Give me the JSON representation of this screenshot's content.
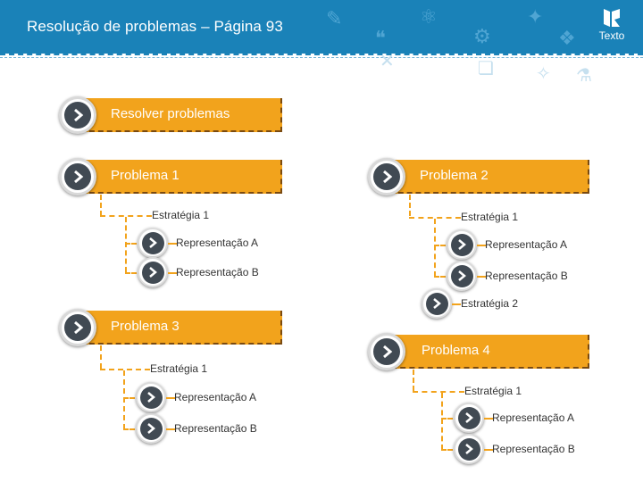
{
  "header": {
    "title": "Resolução de problemas – Página 93",
    "logo_text": "Texto"
  },
  "colors": {
    "header_blue": "#1a82b8",
    "accent_orange": "#f2a31c",
    "chevron_dark": "#414a53"
  },
  "sections": {
    "resolver": {
      "label": "Resolver problemas"
    },
    "p1": {
      "label": "Problema 1",
      "estrategia": "Estratégia 1",
      "rep_a": "Representação A",
      "rep_b": "Representação B"
    },
    "p2": {
      "label": "Problema 2",
      "estrategia1": "Estratégia 1",
      "rep_a": "Representação A",
      "rep_b": "Representação B",
      "estrategia2": "Estratégia 2"
    },
    "p3": {
      "label": "Problema 3",
      "estrategia": "Estratégia 1",
      "rep_a": "Representação A",
      "rep_b": "Representação B"
    },
    "p4": {
      "label": "Problema 4",
      "estrategia": "Estratégia 1",
      "rep_a": "Representação A",
      "rep_b": "Representação B"
    }
  }
}
